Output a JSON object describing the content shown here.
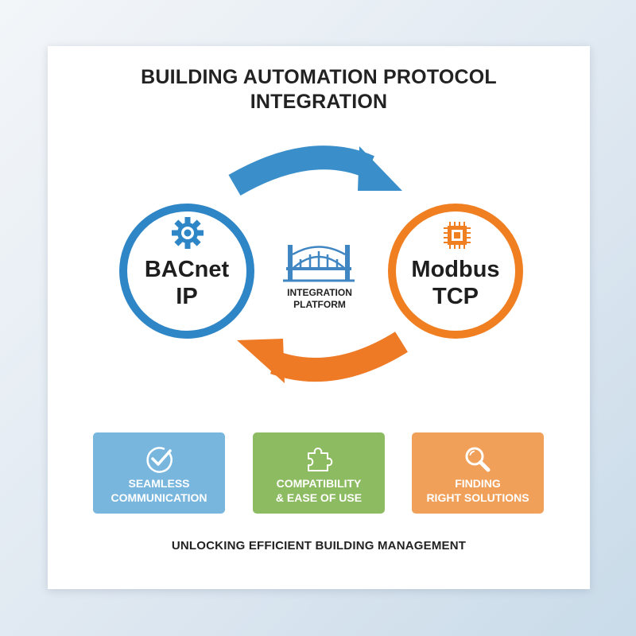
{
  "title": {
    "line1": "BUILDING AUTOMATION PROTOCOL",
    "line2": "INTEGRATION"
  },
  "nodes": [
    {
      "line1": "BACnet",
      "line2": "IP",
      "icon": "gear-icon",
      "color": "#2f86c6"
    },
    {
      "line1": "Modbus",
      "line2": "TCP",
      "icon": "chip-icon",
      "color": "#f07f22"
    }
  ],
  "platform": {
    "line1": "INTEGRATION",
    "line2": "PLATFORM",
    "icon": "bridge-icon",
    "color": "#3f86c2"
  },
  "arrows": {
    "top_color": "#3a8fca",
    "bottom_color": "#ee7a26"
  },
  "features": [
    {
      "line1": "SEAMLESS",
      "line2": "COMMUNICATION",
      "icon": "check-circle-icon",
      "color": "#79b6de"
    },
    {
      "line1": "COMPATIBILITY",
      "line2": "& EASE OF USE",
      "icon": "puzzle-icon",
      "color": "#8dbb61"
    },
    {
      "line1": "FINDING",
      "line2": "RIGHT SOLUTIONS",
      "icon": "magnifier-icon",
      "color": "#f1a05a"
    }
  ],
  "footer": "UNLOCKING EFFICIENT BUILDING MANAGEMENT"
}
